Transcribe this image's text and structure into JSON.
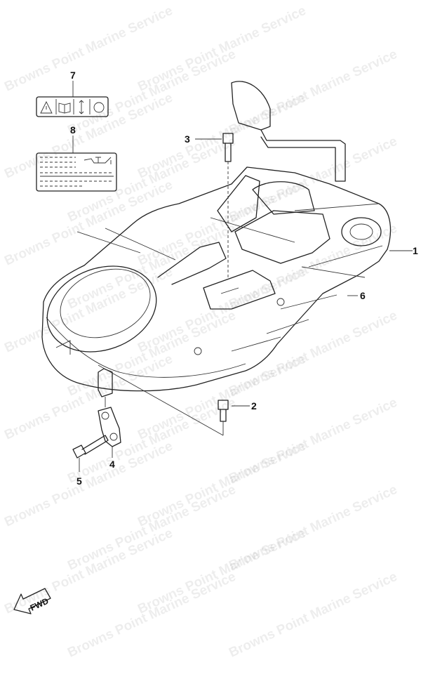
{
  "watermark": "Browns Point Marine Service",
  "callouts": [
    {
      "id": "1",
      "part": "cover"
    },
    {
      "id": "2",
      "part": "bolt"
    },
    {
      "id": "3",
      "part": "bolt"
    },
    {
      "id": "4",
      "part": "clamp"
    },
    {
      "id": "5",
      "part": "bolt"
    },
    {
      "id": "6",
      "part": "seal"
    },
    {
      "id": "7",
      "part": "warning-label"
    },
    {
      "id": "8",
      "part": "oil-label"
    }
  ],
  "direction_marker": "FWD"
}
